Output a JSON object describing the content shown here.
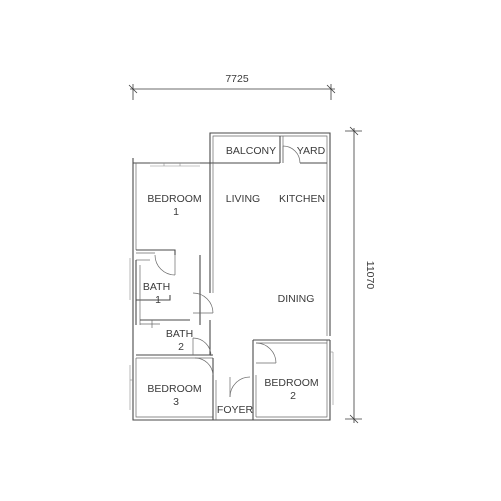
{
  "dimensions": {
    "width": "7725",
    "height": "11070"
  },
  "rooms": {
    "balcony": "BALCONY",
    "yard": "YARD",
    "bedroom1": [
      "BEDROOM",
      "1"
    ],
    "living": "LIVING",
    "kitchen": "KITCHEN",
    "bath1": [
      "BATH",
      "1"
    ],
    "dining": "DINING",
    "bath2": [
      "BATH",
      "2"
    ],
    "bedroom3": [
      "BEDROOM",
      "3"
    ],
    "bedroom2": [
      "BEDROOM",
      "2"
    ],
    "foyer": "FOYER"
  }
}
